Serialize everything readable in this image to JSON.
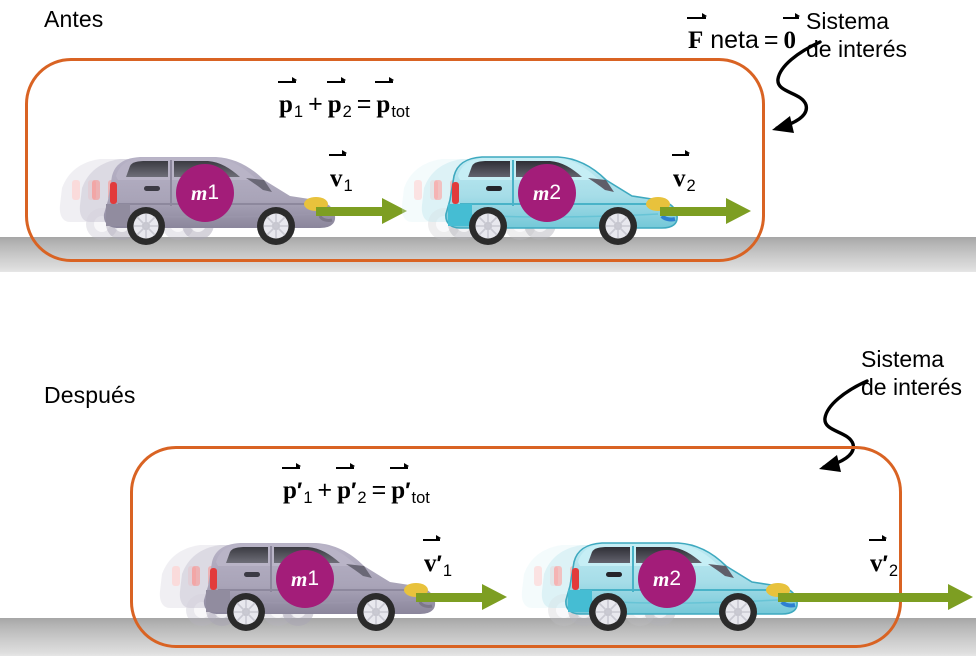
{
  "figure": {
    "title_before": "Antes",
    "title_after": "Después",
    "system_callout": "Sistema\nde interés",
    "system_callout_line1": "Sistema",
    "system_callout_line2": "de interés"
  },
  "colors": {
    "system_box": "#d96323",
    "velocity_arrow": "#7d9e22",
    "mass_badge": "#a31d79",
    "car1_body": "#a9a4b8",
    "car2_body": "#a6dde8",
    "road_top": "#a6a6a6",
    "road_bottom": "#e6e6e6",
    "text": "#000000"
  },
  "before": {
    "label": "Antes",
    "force_equation": {
      "vector_symbol": "F",
      "word": "neta",
      "equals": "=",
      "zero_vector": "0",
      "full_text": "F⃗ neta = 0⃗"
    },
    "momentum_equation": {
      "term1": "p",
      "term1_sub": "1",
      "plus": "+",
      "term2": "p",
      "term2_sub": "2",
      "equals": "=",
      "result": "p",
      "result_sub": "tot",
      "full_text": "p⃗₁ + p⃗₂ = p⃗tot"
    },
    "cars": [
      {
        "mass_label_symbol": "m",
        "mass_label_number": "1",
        "velocity_symbol": "v",
        "velocity_sub": "1",
        "velocity_prime": "",
        "color": "#a9a4b8"
      },
      {
        "mass_label_symbol": "m",
        "mass_label_number": "2",
        "velocity_symbol": "v",
        "velocity_sub": "2",
        "velocity_prime": "",
        "color": "#a6dde8"
      }
    ],
    "callout_line1": "Sistema",
    "callout_line2": "de interés"
  },
  "after": {
    "label": "Después",
    "momentum_equation": {
      "term1": "p",
      "term1_prime": "′",
      "term1_sub": "1",
      "plus": "+",
      "term2": "p",
      "term2_prime": "′",
      "term2_sub": "2",
      "equals": "=",
      "result": "p",
      "result_prime": "′",
      "result_sub": "tot",
      "full_text": "p⃗′₁ + p⃗′₂ = p⃗′tot"
    },
    "cars": [
      {
        "mass_label_symbol": "m",
        "mass_label_number": "1",
        "velocity_symbol": "v",
        "velocity_sub": "1",
        "velocity_prime": "′",
        "color": "#a9a4b8"
      },
      {
        "mass_label_symbol": "m",
        "mass_label_number": "2",
        "velocity_symbol": "v",
        "velocity_sub": "2",
        "velocity_prime": "′",
        "color": "#a6dde8"
      }
    ],
    "callout_line1": "Sistema",
    "callout_line2": "de interés"
  }
}
